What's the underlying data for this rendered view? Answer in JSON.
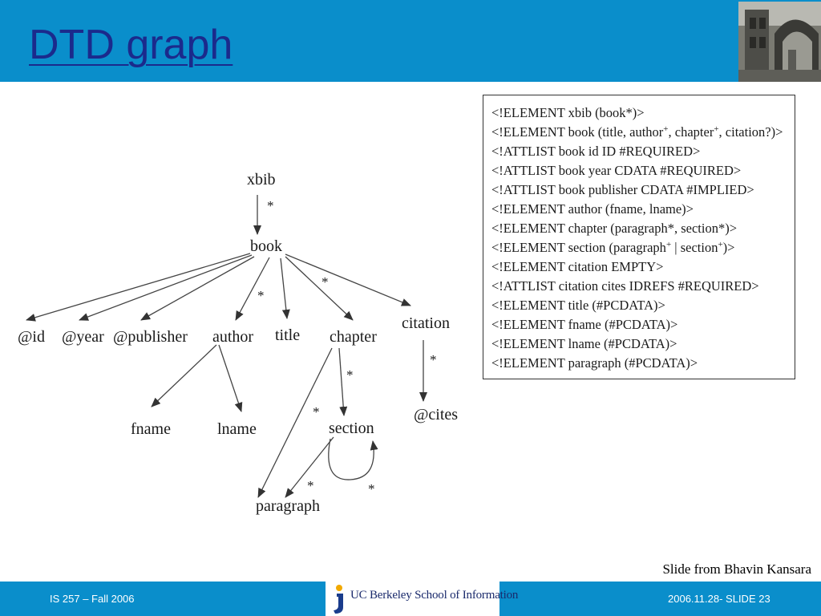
{
  "slide": {
    "title": "DTD graph",
    "credit": "Slide from Bhavin Kansara"
  },
  "diagram": {
    "nodes": {
      "xbib": "xbib",
      "book": "book",
      "id": "@id",
      "year": "@year",
      "publisher": "@publisher",
      "author": "author",
      "title": "title",
      "chapter": "chapter",
      "citation": "citation",
      "fname": "fname",
      "lname": "lname",
      "section": "section",
      "paragraph": "paragraph",
      "cites": "@cites"
    },
    "star": "*"
  },
  "dtd": {
    "lines": [
      {
        "text": "<!ELEMENT xbib (book*)>"
      },
      {
        "parts": [
          "<!ELEMENT book (title, author",
          "+",
          ", chapter",
          "+",
          ", citation?)>"
        ]
      },
      {
        "text": "<!ATTLIST book id ID #REQUIRED>"
      },
      {
        "text": "<!ATTLIST book year CDATA #REQUIRED>"
      },
      {
        "text": "<!ATTLIST book publisher CDATA #IMPLIED>"
      },
      {
        "text": "<!ELEMENT author (fname, lname)>"
      },
      {
        "text": "<!ELEMENT chapter (paragraph*, section*)>"
      },
      {
        "parts": [
          "<!ELEMENT section (paragraph",
          "+",
          " | section",
          "+",
          ")>"
        ]
      },
      {
        "text": "<!ELEMENT citation EMPTY>"
      },
      {
        "text": "<!ATTLIST citation cites IDREFS #REQUIRED>"
      },
      {
        "text": "<!ELEMENT title (#PCDATA)>"
      },
      {
        "text": "<!ELEMENT fname (#PCDATA)>"
      },
      {
        "text": "<!ELEMENT lname (#PCDATA)>"
      },
      {
        "text": "<!ELEMENT paragraph (#PCDATA)>"
      }
    ]
  },
  "footer": {
    "course": "IS 257 – Fall 2006",
    "school": "UC Berkeley School of Information",
    "slide_info": "2006.11.28- SLIDE 23"
  },
  "colors": {
    "header_blue": "#0a8ecb",
    "title_navy": "#1b2a8c"
  }
}
